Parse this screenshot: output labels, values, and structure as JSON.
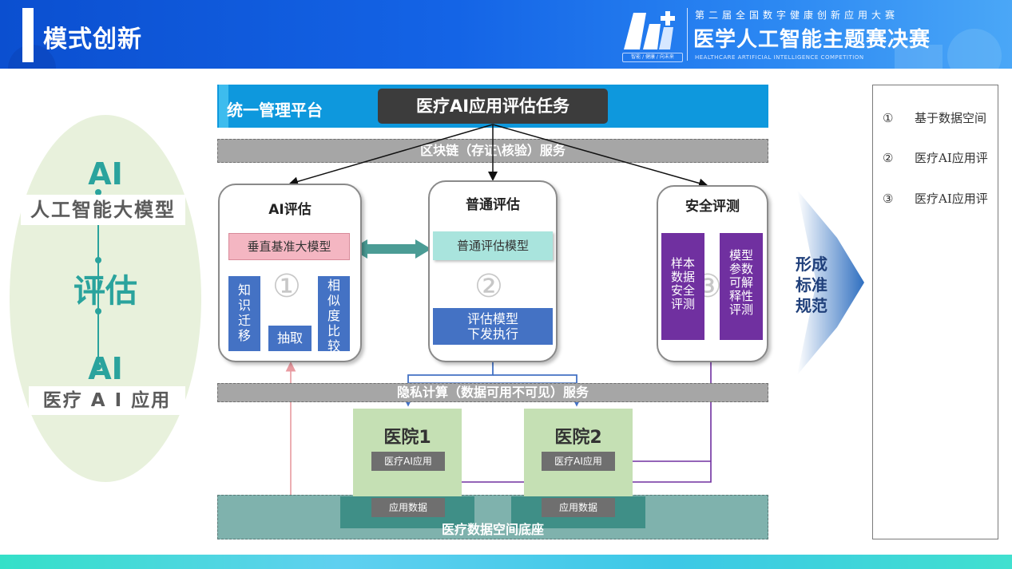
{
  "header": {
    "title": "模式创新",
    "event_line1": "第二届全国数字健康创新应用大赛",
    "event_line2": "医学人工智能主题赛决赛",
    "event_line3": "HEALTHCARE ARTIFICIAL INTELLIGENCE COMPETITION",
    "logo_tag": "智能 / 健康 / 向未来"
  },
  "left": {
    "ai_top": "AI",
    "model_label": "人工智能大模型",
    "evaluate": "评估",
    "ai_bottom": "AI",
    "app_label": "医疗 A I 应用"
  },
  "platform": {
    "label": "统一管理平台",
    "task": "医疗AI应用评估任务",
    "blockchain": "区块链（存证\\核验）服务"
  },
  "ai_eval": {
    "title": "AI评估",
    "vertical_model": "垂直基准大模型",
    "knowledge": "知识迁移",
    "extract": "抽取",
    "similarity": "相似度比较",
    "num": "①"
  },
  "normal_eval": {
    "title": "普通评估",
    "model": "普通评估模型",
    "deploy_line1": "评估模型",
    "deploy_line2": "下发执行",
    "num": "②"
  },
  "security": {
    "title": "安全评测",
    "sample": "样本数据安全评测",
    "param": "模型参数可解释性评测",
    "num": "③"
  },
  "privacy": "隐私计算（数据可用不可见）服务",
  "hospitals": [
    {
      "name": "医院1",
      "app": "医疗AI应用",
      "data": "应用数据"
    },
    {
      "name": "医院2",
      "app": "医疗AI应用",
      "data": "应用数据"
    }
  ],
  "base": "医疗数据空间底座",
  "result": {
    "line1": "形成",
    "line2": "标准",
    "line3": "规范"
  },
  "notes": [
    {
      "num": "①",
      "text": "基于数据空间"
    },
    {
      "num": "②",
      "text": "医疗AI应用评"
    },
    {
      "num": "③",
      "text": "医疗AI应用评"
    }
  ],
  "colors": {
    "header_blue": "#1464e6",
    "teal": "#2aa39d",
    "platform_blue": "#0e98dd",
    "eval_blue": "#4472c4",
    "security_purple": "#7030a0",
    "hospital_green": "#c5e0b4",
    "vertical_pink": "#f4b6c2",
    "model_mint": "#a9e4dd"
  }
}
